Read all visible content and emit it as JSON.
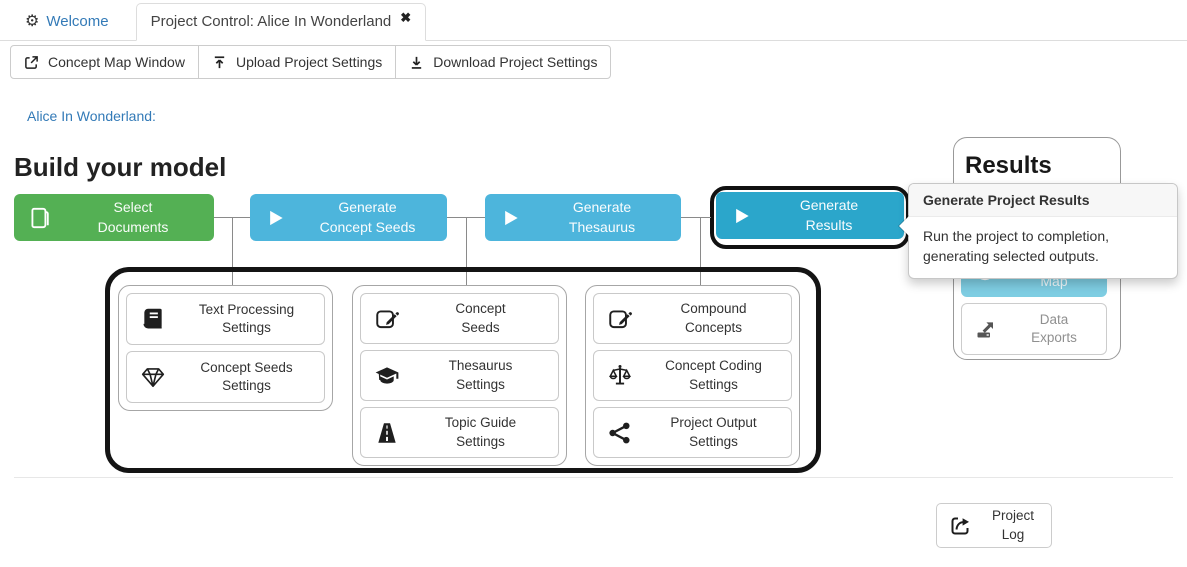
{
  "tabs": {
    "welcome": {
      "label": "Welcome",
      "icon": "gear-icon",
      "icon_char": "⚙"
    },
    "active": {
      "label": "Project Control: Alice In Wonderland",
      "close_icon": "close-icon",
      "close_char": "✖"
    }
  },
  "toolbar": {
    "buttons": [
      {
        "label": "Concept Map Window",
        "icon": "open-window-icon"
      },
      {
        "label": "Upload Project Settings",
        "icon": "upload-icon"
      },
      {
        "label": "Download Project Settings",
        "icon": "download-icon"
      }
    ]
  },
  "project": {
    "name_label": "Alice In Wonderland:"
  },
  "main": {
    "heading": "Build your model",
    "stages": [
      {
        "label": "Select\nDocuments",
        "icon": "documents-icon",
        "color": "#54b054",
        "highlighted": false
      },
      {
        "label": "Generate\nConcept Seeds",
        "icon": "play-icon",
        "color": "#4db5dc",
        "highlighted": false
      },
      {
        "label": "Generate\nThesaurus",
        "icon": "play-icon",
        "color": "#4db5dc",
        "highlighted": false
      },
      {
        "label": "Generate\nResults",
        "icon": "play-icon",
        "color": "#2ba6cb",
        "highlighted": true
      }
    ],
    "settings_groups": [
      {
        "items": [
          {
            "label": "Text Processing\nSettings",
            "icon": "book-icon"
          },
          {
            "label": "Concept Seeds\nSettings",
            "icon": "gem-icon"
          }
        ]
      },
      {
        "items": [
          {
            "label": "Concept\nSeeds",
            "icon": "edit-icon"
          },
          {
            "label": "Thesaurus\nSettings",
            "icon": "graduation-cap-icon"
          },
          {
            "label": "Topic Guide\nSettings",
            "icon": "road-icon"
          }
        ]
      },
      {
        "items": [
          {
            "label": "Compound\nConcepts",
            "icon": "edit-icon"
          },
          {
            "label": "Concept Coding\nSettings",
            "icon": "balance-scale-icon"
          },
          {
            "label": "Project Output\nSettings",
            "icon": "share-icon"
          }
        ]
      }
    ]
  },
  "results": {
    "heading": "Results",
    "map_button": {
      "label": "Map",
      "icon": "globe-icon",
      "color": "#7ecde2"
    },
    "data_exports_button": {
      "label": "Data\nExports",
      "icon": "data-export-icon"
    }
  },
  "tooltip": {
    "title": "Generate Project Results",
    "body": "Run the project to completion, generating selected outputs."
  },
  "footer": {
    "project_log_button": {
      "label": "Project\nLog",
      "icon": "project-log-icon"
    }
  },
  "colors": {
    "link_blue": "#337ab7",
    "stage_green": "#54b054",
    "stage_blue": "#4db5dc",
    "stage_blue_active": "#2ba6cb",
    "map_blue": "#7ecde2",
    "connector_gray": "#8a8a8a"
  }
}
